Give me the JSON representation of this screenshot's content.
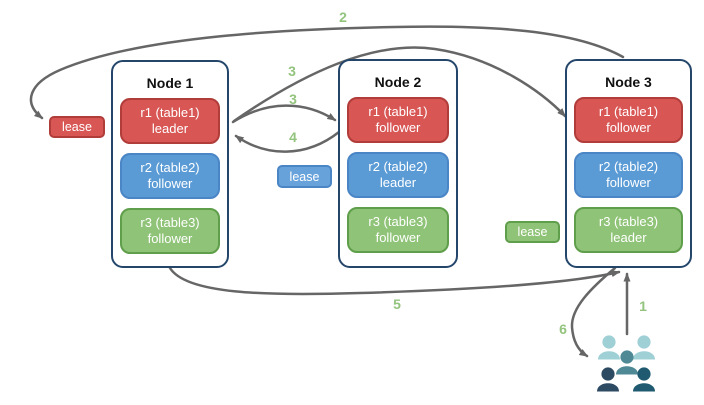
{
  "diagram": {
    "nodes": [
      {
        "title": "Node 1",
        "replicas": [
          {
            "name": "r1 (table1)",
            "role": "leader",
            "color": "#d85654"
          },
          {
            "name": "r2 (table2)",
            "role": "follower",
            "color": "#5b9bd5"
          },
          {
            "name": "r3 (table3)",
            "role": "follower",
            "color": "#8fc377"
          }
        ]
      },
      {
        "title": "Node 2",
        "replicas": [
          {
            "name": "r1 (table1)",
            "role": "follower",
            "color": "#d85654"
          },
          {
            "name": "r2 (table2)",
            "role": "leader",
            "color": "#5b9bd5"
          },
          {
            "name": "r3 (table3)",
            "role": "follower",
            "color": "#8fc377"
          }
        ]
      },
      {
        "title": "Node 3",
        "replicas": [
          {
            "name": "r1 (table1)",
            "role": "follower",
            "color": "#d85654"
          },
          {
            "name": "r2 (table2)",
            "role": "follower",
            "color": "#5b9bd5"
          },
          {
            "name": "r3 (table3)",
            "role": "leader",
            "color": "#8fc377"
          }
        ]
      }
    ],
    "leases": [
      {
        "label": "lease",
        "color": "#d85654"
      },
      {
        "label": "lease",
        "color": "#68a2da"
      },
      {
        "label": "lease",
        "color": "#8fc377"
      }
    ],
    "step_labels": {
      "s1": "1",
      "s2": "2",
      "s3a": "3",
      "s3b": "3",
      "s4": "4",
      "s5": "5",
      "s6": "6"
    },
    "icons": {
      "clients": "users-icon"
    },
    "colors": {
      "node_border": "#24466b",
      "arrow": "#666666",
      "step_label": "#93c47d",
      "red_fill": "#d85654",
      "red_border": "#b13d3a",
      "blue_fill": "#5b9bd5",
      "blue_border": "#4a86c5",
      "green_fill": "#8fc377",
      "green_border": "#5f9e4a",
      "users_light": "#9fd0d6",
      "users_medium": "#4f8995",
      "users_dark_left": "#2d4a63",
      "users_dark_right": "#1f5a70"
    }
  }
}
